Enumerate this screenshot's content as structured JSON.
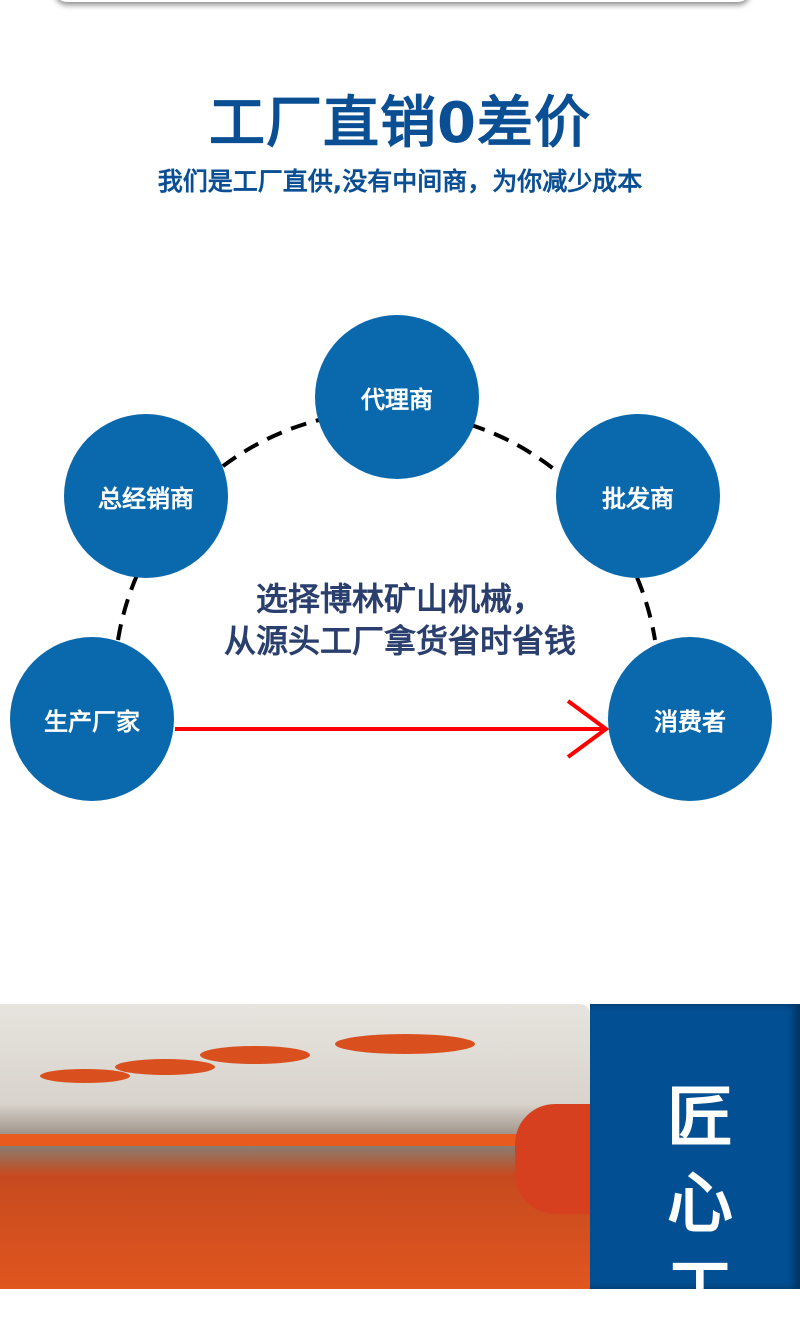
{
  "header": {
    "title": "工厂直销0差价",
    "subtitle": "我们是工厂直供,没有中间商，为你减少成本"
  },
  "diagram": {
    "nodes": [
      "代理商",
      "总经销商",
      "批发商",
      "生产厂家",
      "消费者"
    ],
    "center_text": [
      "选择博林矿山机械，",
      "从源头工厂拿货省时省钱"
    ],
    "arrow_color": "#ff0000",
    "circle_color": "#0a68ad"
  },
  "banner": {
    "vertical_title": "匠心工"
  }
}
